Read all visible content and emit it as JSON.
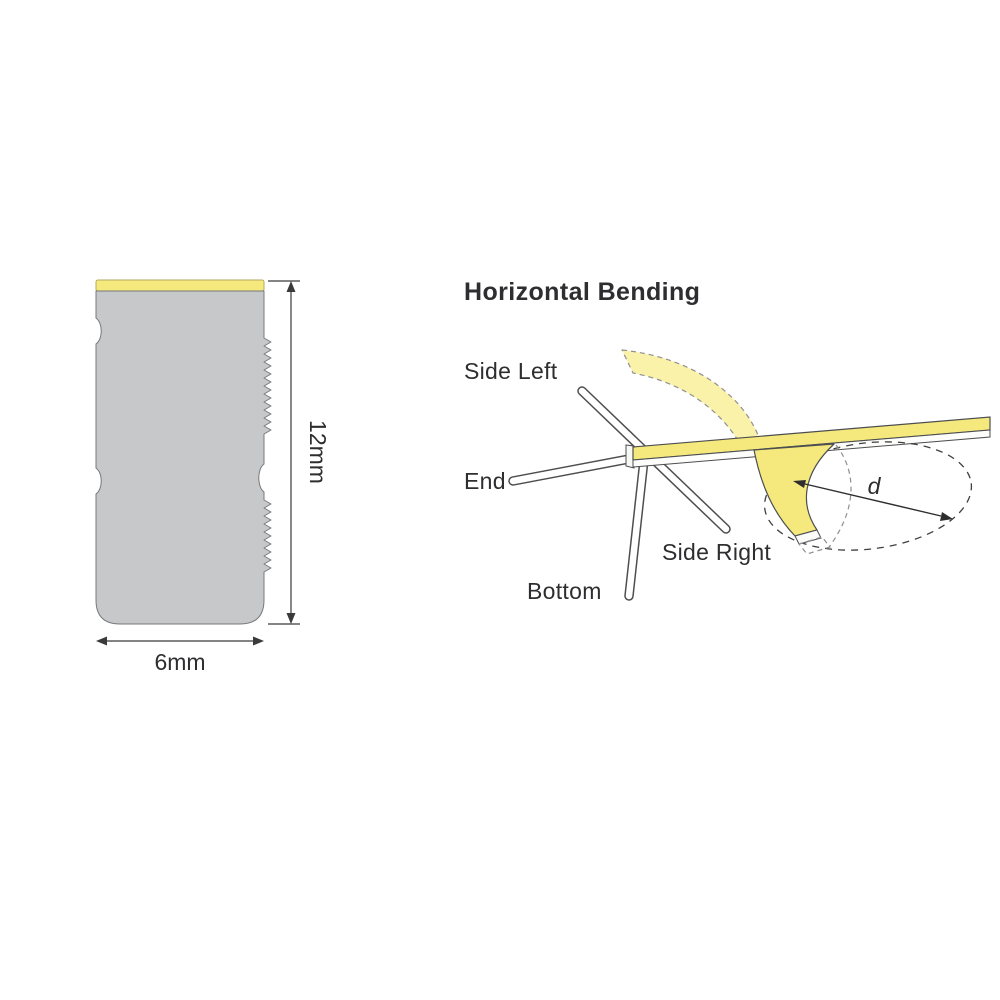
{
  "cross_section": {
    "height_label": "12mm",
    "width_label": "6mm"
  },
  "bending": {
    "title": "Horizontal Bending",
    "label_side_left": "Side Left",
    "label_end": "End",
    "label_side_right": "Side Right",
    "label_bottom": "Bottom",
    "label_diameter": "d"
  },
  "colors": {
    "strip_yellow": "#F5E97E",
    "ghost_yellow": "#FBF2A9",
    "profile_gray": "#C7C8CA",
    "outline_dark": "#4D4E50",
    "text": "#2E2E30"
  }
}
